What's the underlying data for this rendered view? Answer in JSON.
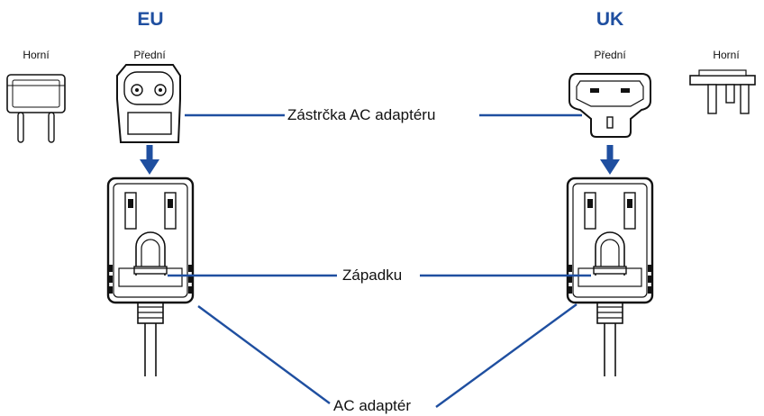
{
  "regions": {
    "eu": "EU",
    "uk": "UK"
  },
  "views": {
    "eu_top": "Horní",
    "eu_front": "Přední",
    "uk_front": "Přední",
    "uk_top": "Horní"
  },
  "callouts": {
    "plug": "Zástrčka AC adaptéru",
    "latch": "Západku",
    "adapter": "AC adaptér"
  },
  "colors": {
    "accent": "#1f4fa0",
    "line": "#111111"
  }
}
